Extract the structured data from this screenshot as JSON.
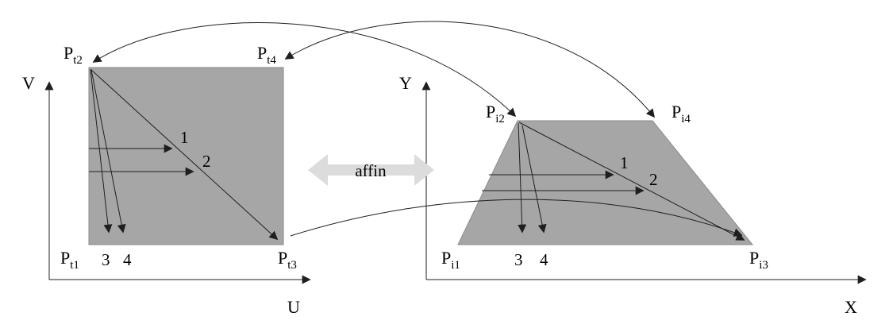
{
  "colors": {
    "shape_fill": "#a6a6a6",
    "affin_fill": "#dcdcdc",
    "line": "#1f1f1f",
    "text": "#000000"
  },
  "center": {
    "label": "affin"
  },
  "texture_space": {
    "axis_vertical": "V",
    "axis_horizontal": "U",
    "points": {
      "pt1": {
        "base": "P",
        "sub": "t1"
      },
      "pt2": {
        "base": "P",
        "sub": "t2"
      },
      "pt3": {
        "base": "P",
        "sub": "t3"
      },
      "pt4": {
        "base": "P",
        "sub": "t4"
      }
    },
    "line_labels": {
      "l1": "1",
      "l2": "2",
      "l3": "3",
      "l4": "4"
    }
  },
  "image_space": {
    "axis_vertical": "Y",
    "axis_horizontal": "X",
    "points": {
      "pi1": {
        "base": "P",
        "sub": "i1"
      },
      "pi2": {
        "base": "P",
        "sub": "i2"
      },
      "pi3": {
        "base": "P",
        "sub": "i3"
      },
      "pi4": {
        "base": "P",
        "sub": "i4"
      }
    },
    "line_labels": {
      "l1": "1",
      "l2": "2",
      "l3": "3",
      "l4": "4"
    }
  }
}
